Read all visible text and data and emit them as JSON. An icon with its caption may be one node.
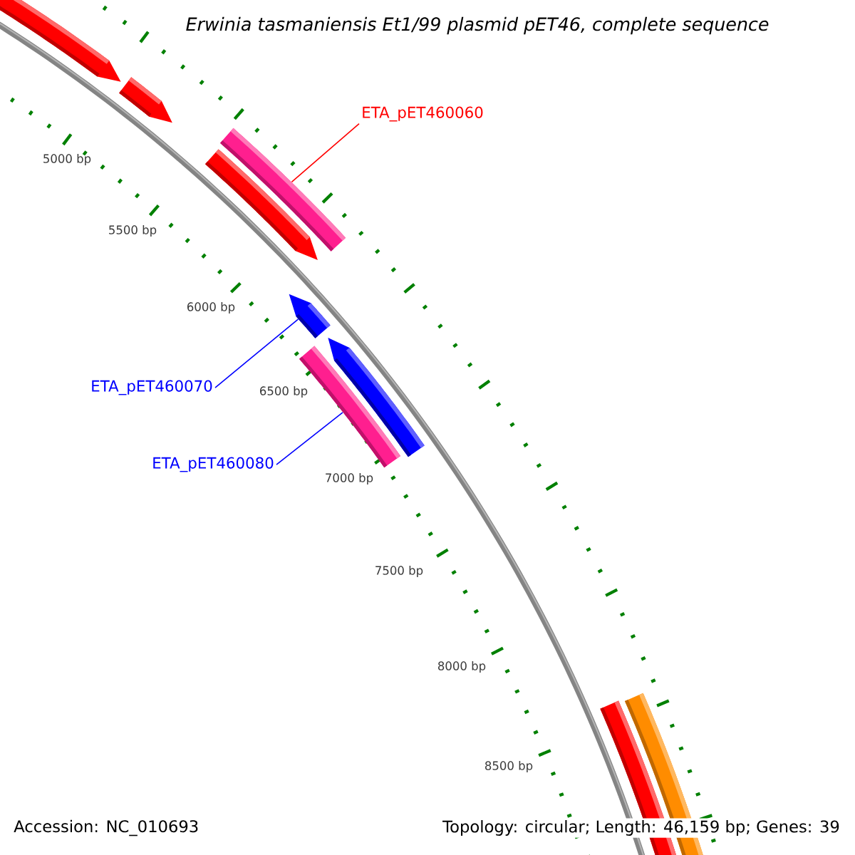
{
  "diagram": {
    "title": "Erwinia tasmaniensis Et1/99 plasmid pET46, complete sequence",
    "nodes": [
      {
        "text": [
          "ETA_pET460060"
        ]
      },
      {
        "text": [],
        "shape": "bar"
      },
      {
        "text": [
          "ETA_pET460070"
        ]
      },
      {
        "text": [],
        "shape": "arrow"
      },
      {
        "text": [
          "ETA_pET460080"
        ]
      },
      {
        "text": [],
        "shape": "bar"
      }
    ],
    "edges": [
      {
        "from": 0,
        "to": 1,
        "arrow": "none",
        "color": "#ff0000"
      },
      {
        "from": 2,
        "to": 3,
        "arrow": "none"
      },
      {
        "from": 4,
        "to": 5,
        "arrow": "none"
      }
    ],
    "labels": [
      "5000 bp",
      "5500 bp",
      "6000 bp",
      "6500 bp",
      "7000 bp",
      "7500 bp",
      "8000 bp",
      "8500 bp",
      "Accession: NC_010693",
      "Topology: circular; Length: 46,159 bp; Genes: 39"
    ]
  }
}
